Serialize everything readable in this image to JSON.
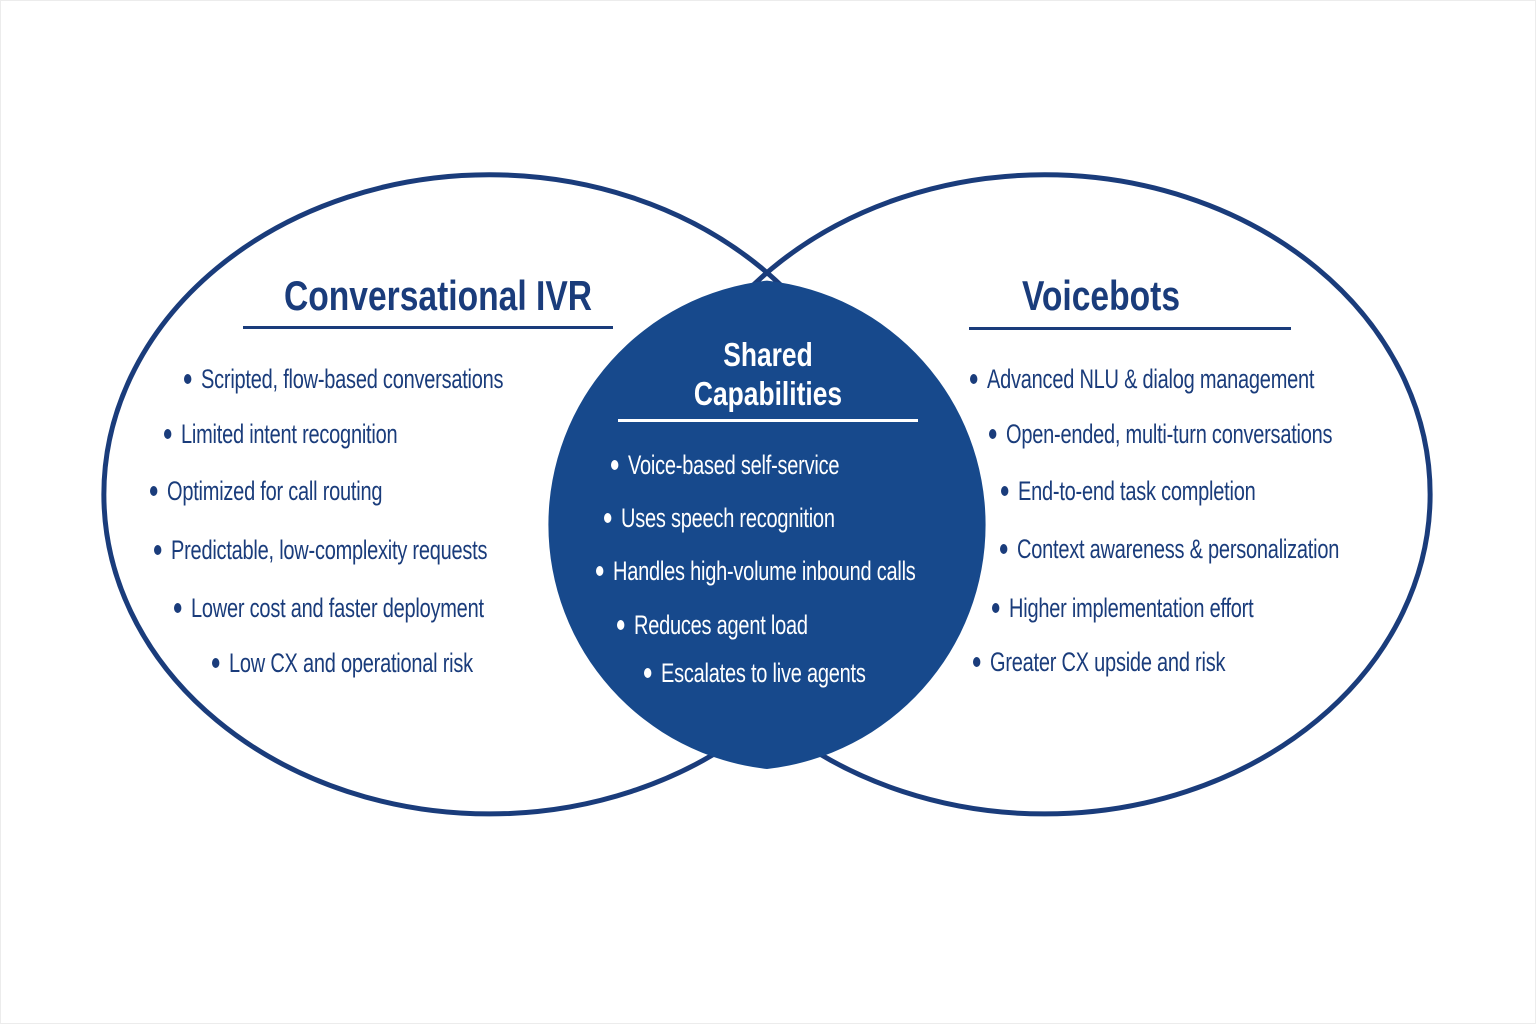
{
  "diagram": {
    "type": "venn",
    "left": {
      "title": "Conversational IVR",
      "items": [
        "Scripted, flow-based conversations",
        "Limited intent recognition",
        "Optimized for call routing",
        "Predictable, low-complexity requests",
        "Lower cost and faster deployment",
        "Low CX and operational risk"
      ]
    },
    "center": {
      "title_line1": "Shared",
      "title_line2": "Capabilities",
      "items": [
        "Voice-based self-service",
        "Uses speech recognition",
        "Handles high-volume inbound calls",
        "Reduces agent load",
        "Escalates to live agents"
      ]
    },
    "right": {
      "title": "Voicebots",
      "items": [
        "Advanced NLU & dialog management",
        "Open-ended, multi-turn conversations",
        "End-to-end task completion",
        "Context awareness & personalization",
        "Higher implementation effort",
        "Greater CX upside and risk"
      ]
    },
    "icons": {
      "bullet": "filled-circle"
    },
    "colors": {
      "ink": "#1a3c7b",
      "lens": "#17498c",
      "bg": "#ffffff"
    }
  }
}
